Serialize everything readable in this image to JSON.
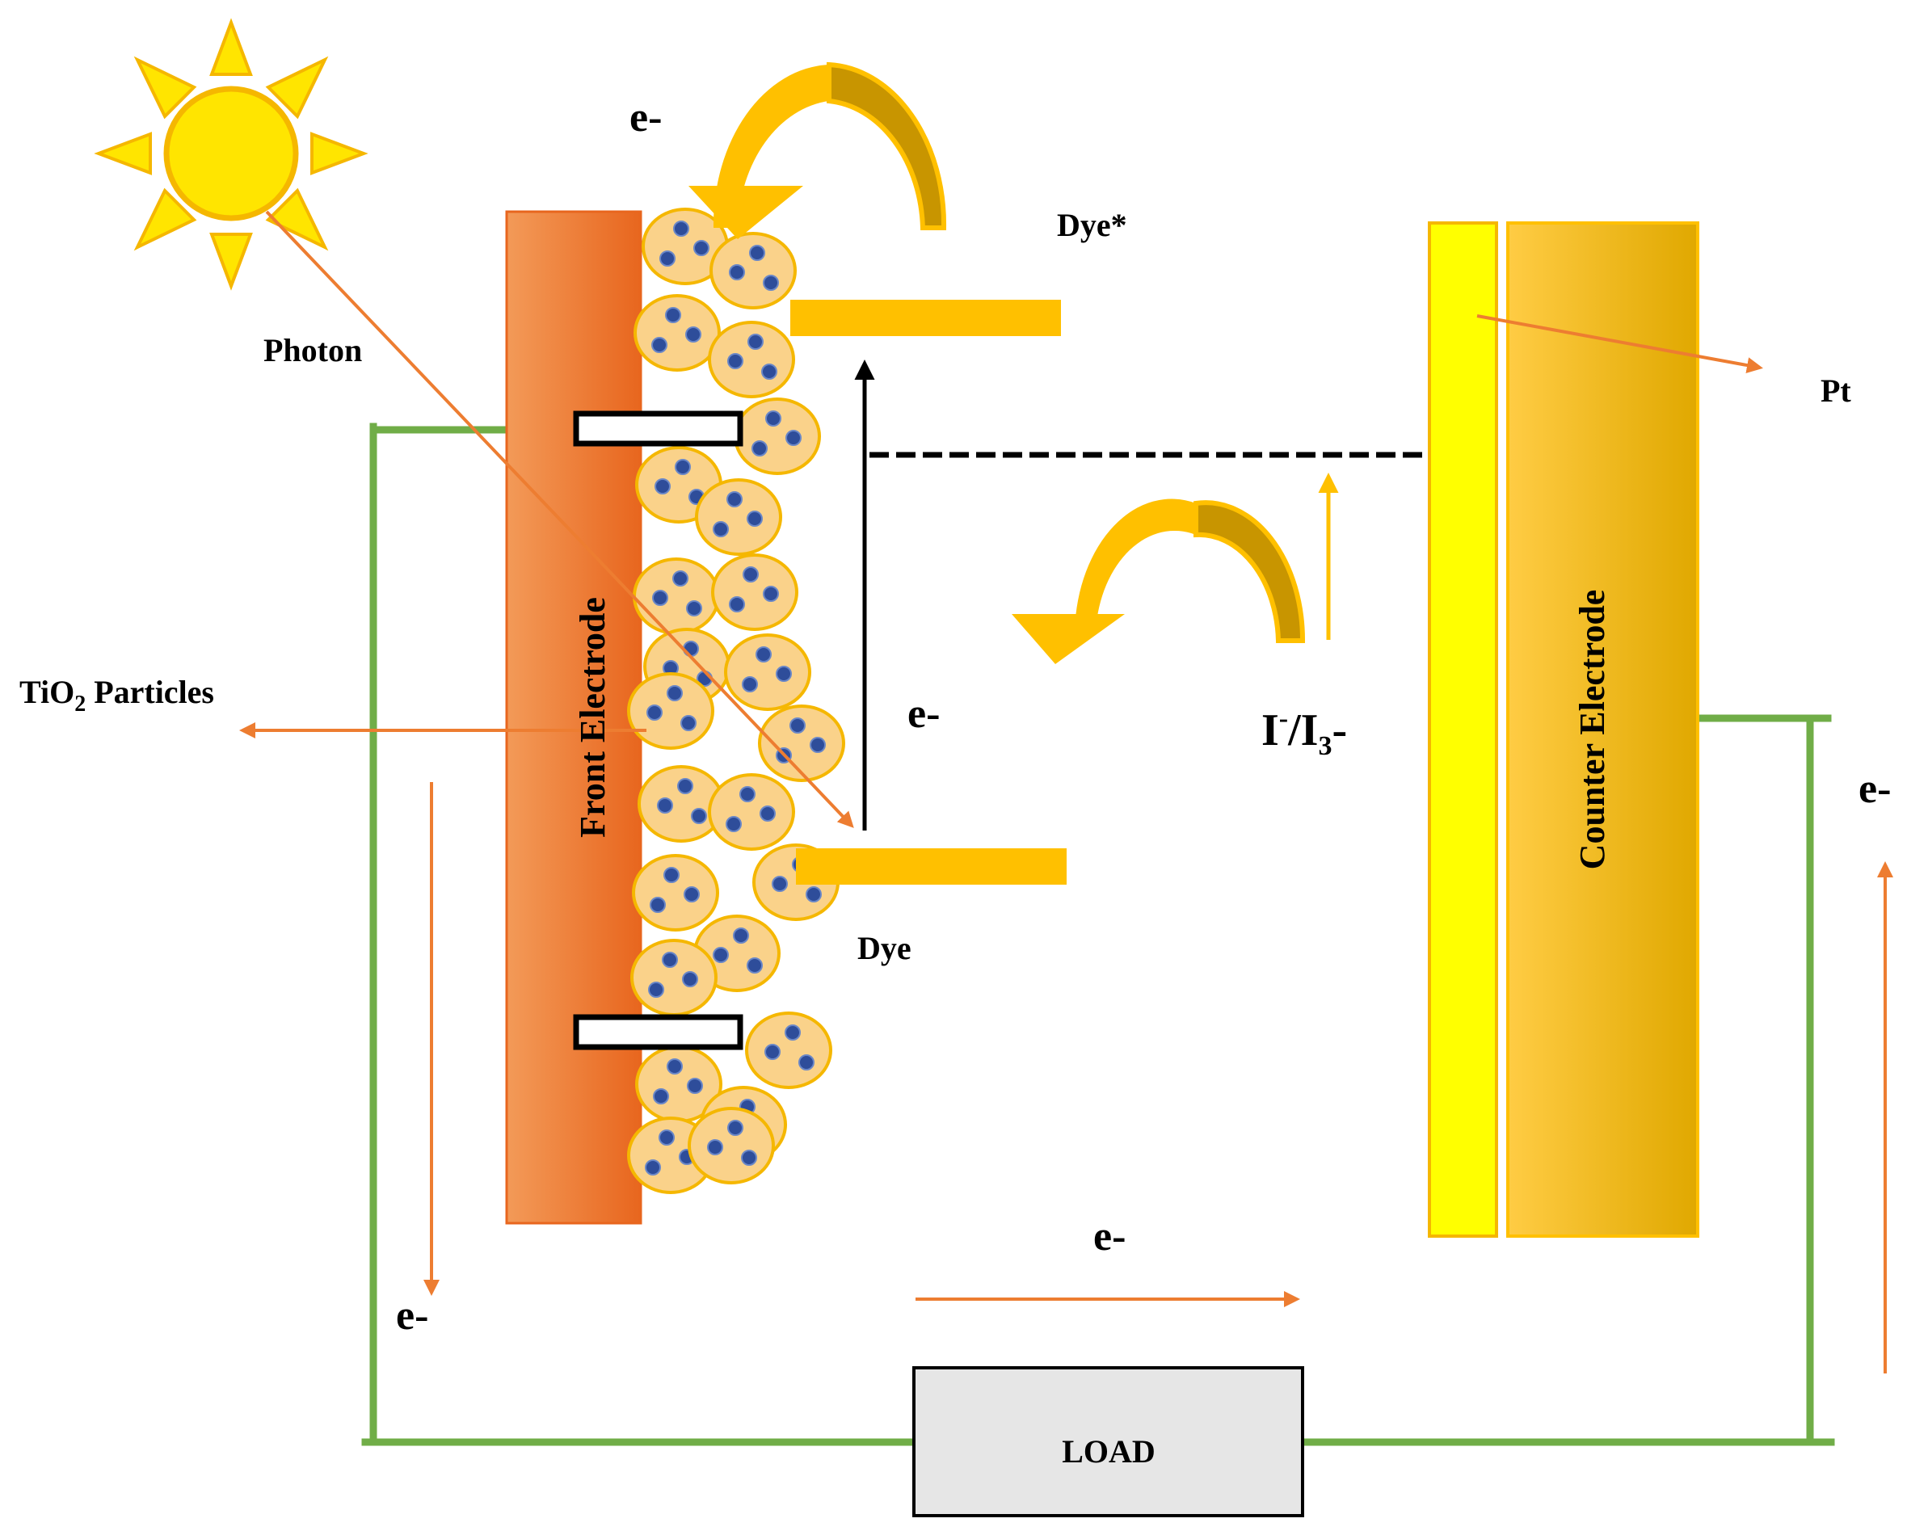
{
  "labels": {
    "photon": "Photon",
    "dye_excited": "Dye*",
    "dye": "Dye",
    "pt": "Pt",
    "tio2_prefix": "TiO",
    "tio2_sub": "2",
    "tio2_suffix": " Particles",
    "front_electrode": "Front Electrode",
    "counter_electrode": "Counter Electrode",
    "load": "LOAD",
    "electron": "e-",
    "redox_i": "I",
    "redox_sup": "-",
    "redox_mid": "/I",
    "redox_sub": "3",
    "redox_end": "-"
  },
  "colors": {
    "front_electrode_light": "#F0904A",
    "front_electrode_dark": "#E8661E",
    "counter_light": "#FFC83A",
    "counter_dark": "#E0A800",
    "pt_layer": "#FFFF00",
    "dye_level": "#FFC000",
    "particle_fill": "#FAD28A",
    "particle_stroke": "#F5B700",
    "particle_dot": "#2E4D9A",
    "wire": "#70AD47",
    "arrow_orange": "#ED7D31",
    "sun": "#FFE500",
    "load_fill": "#E6E6E6"
  }
}
